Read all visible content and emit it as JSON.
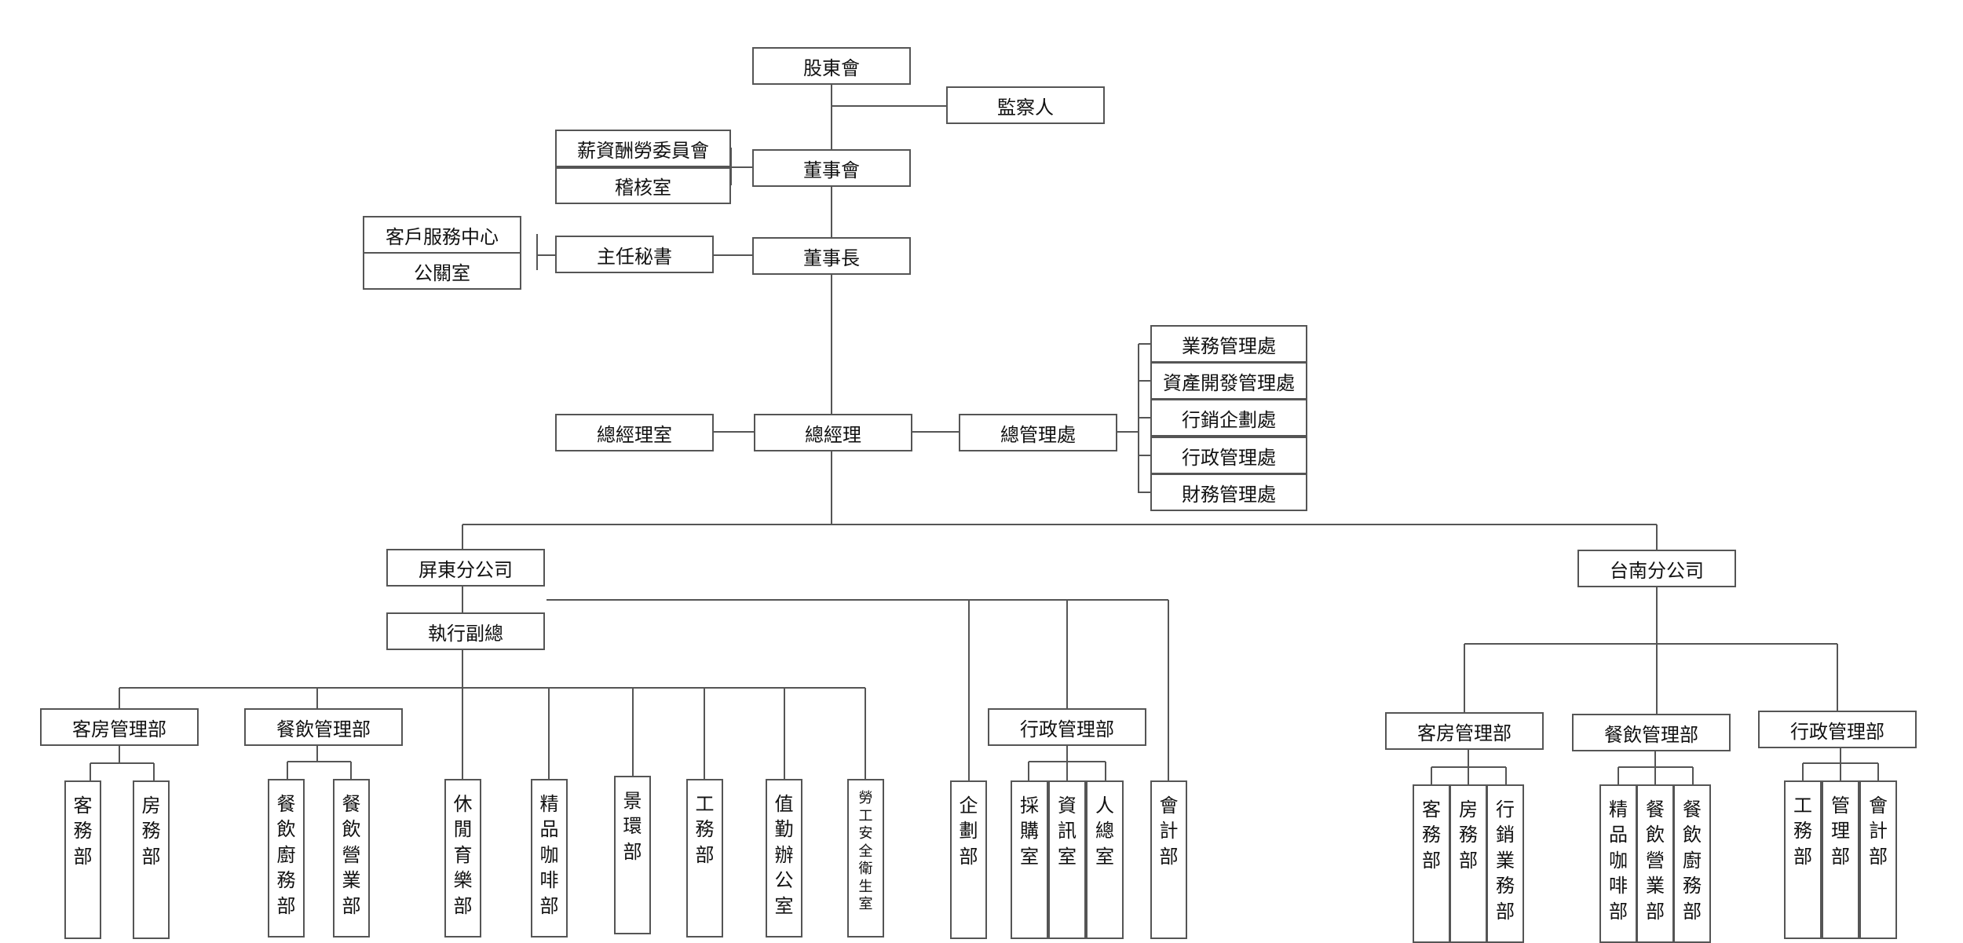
{
  "org_chart": {
    "shareholders": "股東會",
    "supervisor": "監察人",
    "board": "董事會",
    "compensation_committee": "薪資酬勞委員會",
    "audit_office": "稽核室",
    "chairman": "董事長",
    "chief_secretary": "主任秘書",
    "customer_service_center": "客戶服務中心",
    "public_relations_office": "公關室",
    "gm_office": "總經理室",
    "general_manager": "總經理",
    "general_management": "總管理處",
    "gm_divisions": [
      "業務管理處",
      "資產開發管理處",
      "行銷企劃處",
      "行政管理處",
      "財務管理處"
    ],
    "pingtung_branch": {
      "name": "屏東分公司",
      "evp": "執行副總",
      "rooms_dept": {
        "name": "客房管理部",
        "units": [
          "客務部",
          "房務部"
        ]
      },
      "fnb_dept": {
        "name": "餐飲管理部",
        "units": [
          "餐飲廚務部",
          "餐飲營業部"
        ]
      },
      "evp_units": [
        "休閒育樂部",
        "精品咖啡部",
        "景環部",
        "工務部",
        "值勤辦公室",
        "勞工安全衛生室"
      ],
      "planning": "企劃部",
      "admin_dept": {
        "name": "行政管理部",
        "units": [
          "採購室",
          "資訊室",
          "人總室"
        ]
      },
      "accounting": "會計部"
    },
    "tainan_branch": {
      "name": "台南分公司",
      "rooms_dept": {
        "name": "客房管理部",
        "units": [
          "客務部",
          "房務部",
          "行銷業務部"
        ]
      },
      "fnb_dept": {
        "name": "餐飲管理部",
        "units": [
          "精品咖啡部",
          "餐飲營業部",
          "餐飲廚務部"
        ]
      },
      "admin_dept": {
        "name": "行政管理部",
        "units": [
          "工務部",
          "管理部",
          "會計部"
        ]
      }
    }
  }
}
